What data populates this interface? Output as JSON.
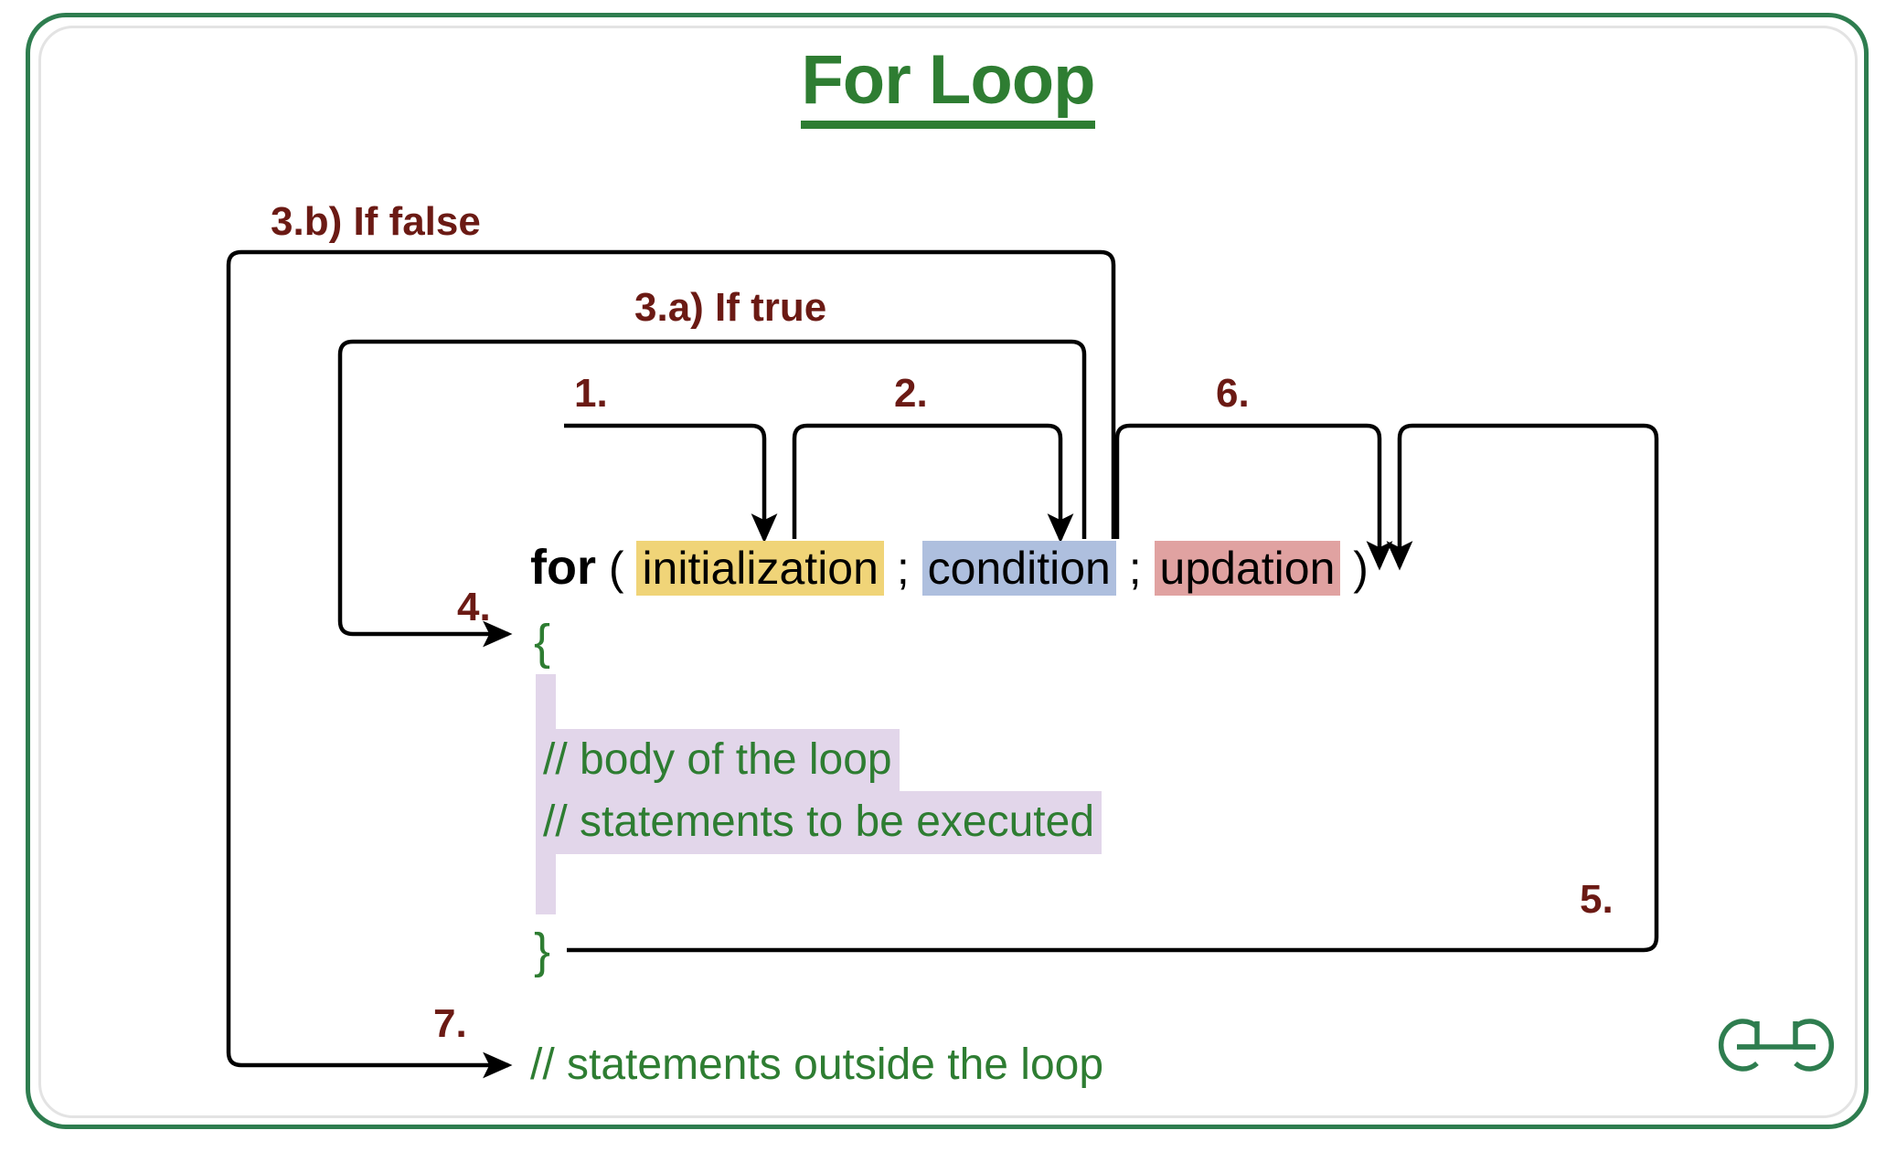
{
  "page": {
    "title": "For Loop",
    "frame_color": "#2e7d4f",
    "title_color": "#2e7d32",
    "label_color": "#6b1a14",
    "code_color": "#2e7d32",
    "arrow_color": "#000000"
  },
  "labels": {
    "if_false": "3.b) If false",
    "if_true": "3.a) If true",
    "step1": "1.",
    "step2": "2.",
    "step4": "4.",
    "step5": "5.",
    "step6": "6.",
    "step7": "7."
  },
  "code": {
    "keyword": "for",
    "open_paren": "(",
    "initialization": "initialization",
    "semicolon1": ";",
    "condition": "condition",
    "semicolon2": ";",
    "updation": "updation",
    "close_paren": ")",
    "open_brace": "{",
    "close_brace": "}",
    "body_line_1": "// body of the loop",
    "body_line_2": "// statements to be executed",
    "outside_line": "// statements outside the loop"
  },
  "highlight_colors": {
    "initialization": "#F0D478",
    "condition": "#AEBFDE",
    "updation": "#E0A2A1",
    "body": "#E2D6EA"
  },
  "logo": {
    "name": "geeksforgeeks-logo",
    "color": "#2e7d4f"
  }
}
